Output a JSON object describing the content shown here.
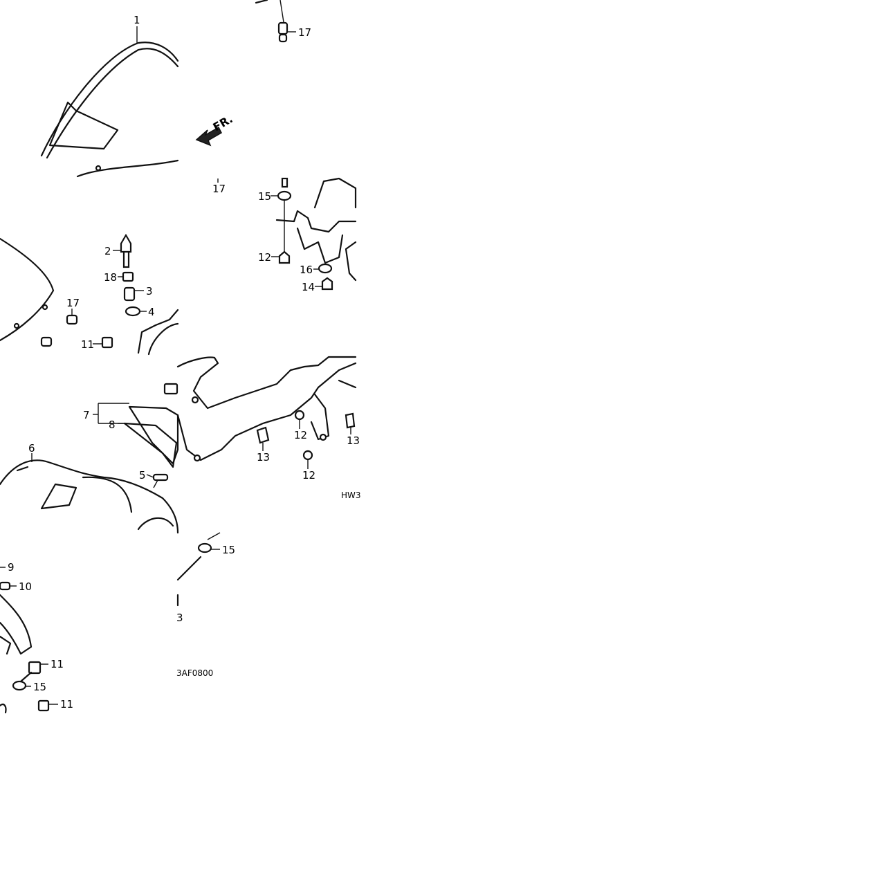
{
  "diagram": {
    "direction_label": "FR.",
    "part_codes": [
      "HW3",
      "3AF0800"
    ],
    "callouts": {
      "c1": "1",
      "c17a": "17",
      "c17b": "17",
      "c17c": "17",
      "c15a": "15",
      "c2": "2",
      "c12a": "12",
      "c18": "18",
      "c3": "3",
      "c16": "16",
      "c4": "4",
      "c14": "14",
      "c11a": "11",
      "c7": "7",
      "c8": "8",
      "c12b": "12",
      "c13a": "13",
      "c13b": "13",
      "c6": "6",
      "c12c": "12",
      "c5": "5",
      "c15b": "15",
      "c9": "9",
      "c10": "10",
      "c3b": "3",
      "c11b": "11",
      "c15c": "15",
      "c11c": "11"
    }
  }
}
